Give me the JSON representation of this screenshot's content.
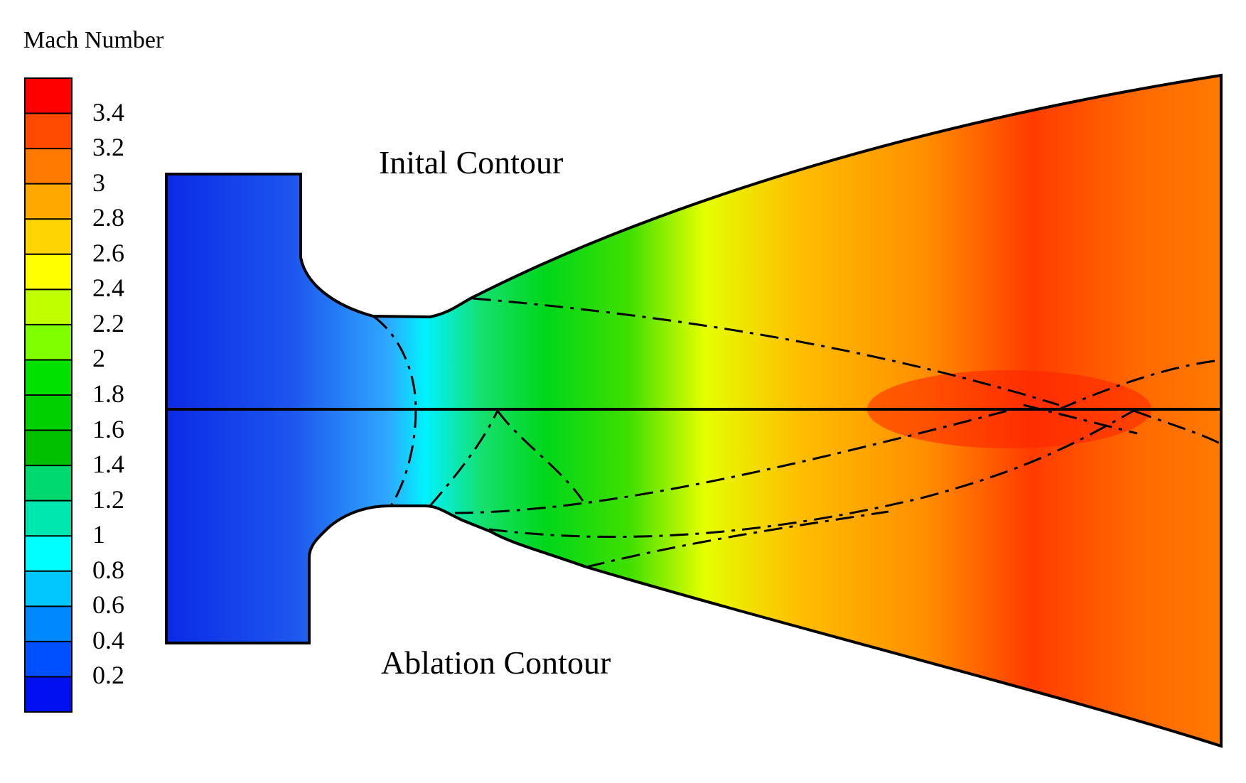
{
  "legend": {
    "title": "Mach Number",
    "ticks": [
      "3.4",
      "3.2",
      "3",
      "2.8",
      "2.6",
      "2.4",
      "2.2",
      "2",
      "1.8",
      "1.6",
      "1.4",
      "1.2",
      "1",
      "0.8",
      "0.6",
      "0.4",
      "0.2"
    ],
    "colors": [
      "#ff0000",
      "#ff4a00",
      "#ff7a00",
      "#ffa800",
      "#ffd400",
      "#ffff00",
      "#bfff00",
      "#80ff00",
      "#00e100",
      "#00cf00",
      "#00c000",
      "#00d870",
      "#00e8b0",
      "#00ffff",
      "#00c8ff",
      "#0088ff",
      "#0050ff",
      "#0010f0"
    ]
  },
  "labels": {
    "initial": "Inital Contour",
    "ablation": "Ablation Contour"
  }
}
